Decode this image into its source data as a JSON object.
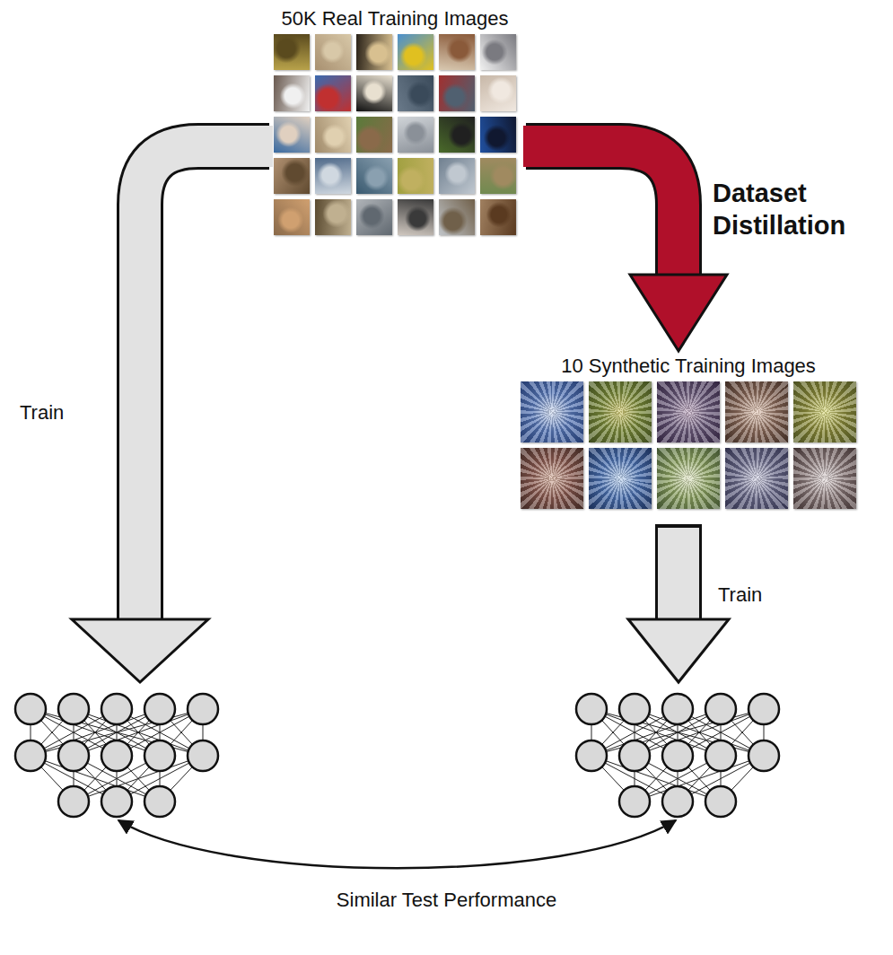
{
  "diagram": {
    "nodes": [
      {
        "text": [
          "50K Real Training Images"
        ]
      },
      {
        "text": [
          "10 Synthetic Training Images"
        ]
      }
    ],
    "edges": [
      {
        "from": 0,
        "to": 1,
        "arrow": "to",
        "label": "Dataset Distillation"
      }
    ],
    "labels": [
      "Train",
      "Train",
      "Similar Test Performance"
    ]
  }
}
